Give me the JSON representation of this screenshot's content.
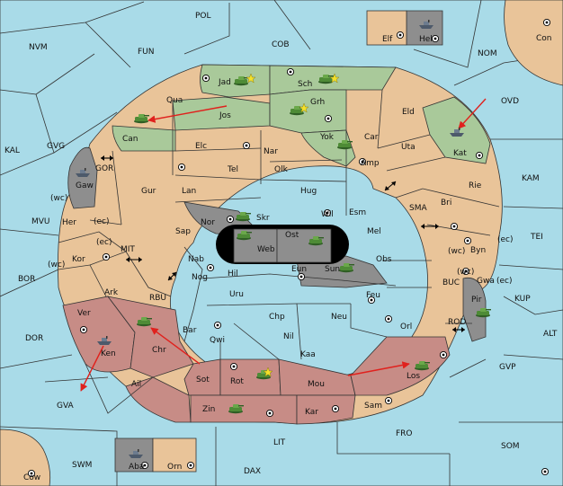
{
  "colors": {
    "sea": "#a9dbe8",
    "neutral": "#e9c499",
    "green_power": "#a9c99a",
    "red_power": "#c78c86",
    "grey_power": "#8e8e8e",
    "impassable": "#000000",
    "order_arrow": "#e0211d"
  },
  "sea_regions": {
    "POL": "POL",
    "NVM": "NVM",
    "FUN": "FUN",
    "COB": "COB",
    "NOM": "NOM",
    "Con": "Con",
    "OVD": "OVD",
    "KAL": "KAL",
    "GVG": "GVG",
    "KAM": "KAM",
    "TEI": "TEI",
    "MVU": "MVU",
    "BOR": "BOR",
    "DOR": "DOR",
    "GVA": "GVA",
    "KUP": "KUP",
    "ALT": "ALT",
    "GVP": "GVP",
    "SOM": "SOM",
    "FRO": "FRO",
    "LIT": "LIT",
    "SWM": "SWM",
    "DAX": "DAX",
    "Cow": "Cow",
    "GOR": "GOR",
    "MIT": "MIT",
    "RBU": "RBU",
    "SMA": "SMA",
    "BUC": "BUC",
    "ROD": "ROD"
  },
  "land_regions": {
    "Jad": "Jad",
    "Sch": "Sch",
    "Qua": "Qua",
    "Jos": "Jos",
    "Grh": "Grh",
    "Eld": "Eld",
    "Can": "Can",
    "Elc": "Elc",
    "Nar": "Nar",
    "Yok": "Yok",
    "Car": "Car",
    "Uta": "Uta",
    "Kat": "Kat",
    "Tel": "Tel",
    "Olk": "Olk",
    "Amp": "Amp",
    "Gur": "Gur",
    "Lan": "Lan",
    "Hug": "Hug",
    "Rie": "Rie",
    "Bri": "Bri",
    "Esm": "Esm",
    "Wil": "Wil",
    "Gaw": "Gaw",
    "Her": "Her",
    "Nor": "Nor",
    "Skr": "Skr",
    "Ost": "Ost",
    "Mel": "Mel",
    "Sap": "Sap",
    "Web": "Web",
    "Byn": "Byn",
    "Kor": "Kor",
    "Nab": "Nab",
    "Eun": "Eun",
    "Sun": "Sun",
    "Obs": "Obs",
    "Hil": "Hil",
    "Nog": "Nog",
    "Ark": "Ark",
    "Gwa": "Gwa",
    "Uru": "Uru",
    "Feu": "Feu",
    "Pir": "Pir",
    "Ver": "Ver",
    "Bar": "Bar",
    "Chp": "Chp",
    "Neu": "Neu",
    "Qwi": "Qwi",
    "Chr": "Chr",
    "Nil": "Nil",
    "Orl": "Orl",
    "Ken": "Ken",
    "Kaa": "Kaa",
    "Sot": "Sot",
    "Rot": "Rot",
    "Mou": "Mou",
    "Los": "Los",
    "Ail": "Ail",
    "Sam": "Sam",
    "Zin": "Zin",
    "Kar": "Kar",
    "Elf": "Elf",
    "Hel": "Hel",
    "Aba": "Aba",
    "Orn": "Orn"
  },
  "coast_labels": [
    "(wc)",
    "(ec)",
    "(ec)",
    "(wc)",
    "(wc)",
    "(ec)",
    "(wc)",
    "(ec)"
  ]
}
